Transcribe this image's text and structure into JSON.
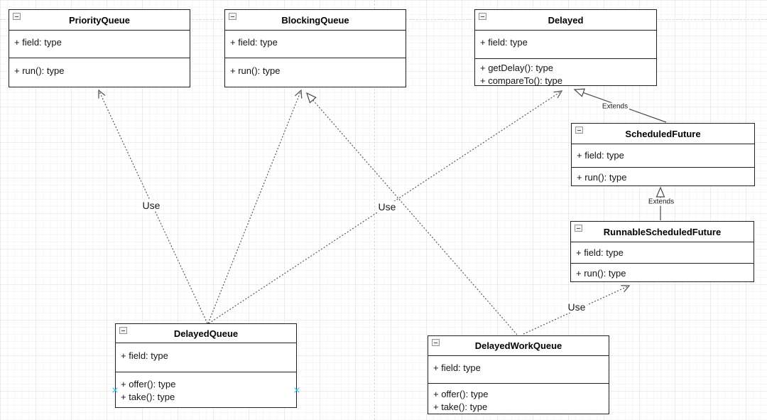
{
  "classes": [
    {
      "name": "PriorityQueue",
      "fields": [
        "+ field: type"
      ],
      "methods": [
        "+ run(): type"
      ]
    },
    {
      "name": "BlockingQueue",
      "fields": [
        "+ field: type"
      ],
      "methods": [
        "+ run(): type"
      ]
    },
    {
      "name": "Delayed",
      "fields": [
        "+ field: type"
      ],
      "methods": [
        "+ getDelay(): type",
        "+ compareTo(): type"
      ]
    },
    {
      "name": "ScheduledFuture",
      "fields": [
        "+ field: type"
      ],
      "methods": [
        "+ run(): type"
      ]
    },
    {
      "name": "RunnableScheduledFuture",
      "fields": [
        "+ field: type"
      ],
      "methods": [
        "+ run(): type"
      ]
    },
    {
      "name": "DelayedQueue",
      "fields": [
        "+ field: type"
      ],
      "methods": [
        "+ offer(): type",
        "+ take(): type"
      ]
    },
    {
      "name": "DelayedWorkQueue",
      "fields": [
        "+ field: type"
      ],
      "methods": [
        "+ offer(): type",
        "+ take(): type"
      ]
    }
  ],
  "edges": [
    {
      "from": "DelayedQueue",
      "to": "PriorityQueue",
      "relation": "dependency-open-arrow",
      "label": "Use"
    },
    {
      "from": "DelayedQueue",
      "to": "BlockingQueue",
      "relation": "dependency-open-arrow",
      "label": ""
    },
    {
      "from": "DelayedQueue",
      "to": "Delayed",
      "relation": "dependency-open-arrow",
      "label": "Use"
    },
    {
      "from": "DelayedWorkQueue",
      "to": "BlockingQueue",
      "relation": "realization-hollow-triangle",
      "label": ""
    },
    {
      "from": "DelayedWorkQueue",
      "to": "RunnableScheduledFuture",
      "relation": "dependency-open-arrow",
      "label": "Use"
    },
    {
      "from": "ScheduledFuture",
      "to": "Delayed",
      "relation": "generalization-hollow-triangle",
      "label": "Extends"
    },
    {
      "from": "RunnableScheduledFuture",
      "to": "ScheduledFuture",
      "relation": "generalization-hollow-triangle",
      "label": "Extends"
    }
  ],
  "icons": {
    "collapse": "minus-square-icon",
    "connection_point": "cyan-x-marker"
  },
  "colors": {
    "edge": "#595959",
    "box_border": "#1f1f1f",
    "box_fill": "#ffffff",
    "connection_point": "#33bdf2",
    "grid_minor": "#f6f6f6",
    "grid_major": "#ececec",
    "guide": "#d9d9d9"
  }
}
